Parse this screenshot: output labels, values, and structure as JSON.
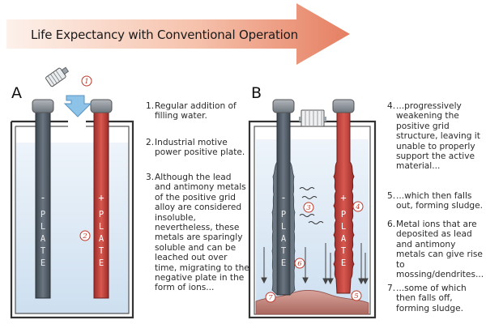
{
  "banner": {
    "title": "Life Expectancy with Conventional Operation"
  },
  "panels": {
    "a": {
      "letter": "A",
      "neg_plate": {
        "sign": "-",
        "label": [
          "P",
          "L",
          "A",
          "T",
          "E"
        ]
      },
      "pos_plate": {
        "sign": "+",
        "label": [
          "P",
          "L",
          "A",
          "T",
          "E"
        ]
      },
      "markers": [
        "1",
        "2"
      ]
    },
    "b": {
      "letter": "B",
      "neg_plate": {
        "sign": "-",
        "label": [
          "P",
          "L",
          "A",
          "T",
          "E"
        ]
      },
      "pos_plate": {
        "sign": "+",
        "label": [
          "P",
          "L",
          "A",
          "T",
          "E"
        ]
      },
      "markers": [
        "3",
        "4",
        "5",
        "6",
        "7"
      ]
    }
  },
  "notes_a": [
    {
      "num": "1.",
      "text": "Regular addition of filling water."
    },
    {
      "num": "2.",
      "text": "Industrial motive power positive plate."
    },
    {
      "num": "3.",
      "text": "Although the lead and antimony metals of the positive grid alloy are considered insoluble, nevertheless, these metals are sparingly soluble and can be leached out over time, migrating to the negative plate in the form of ions..."
    }
  ],
  "notes_b": [
    {
      "num": "4.",
      "text": "...progressively weakening the positive grid structure, leaving it unable to properly support the active material..."
    },
    {
      "num": "5.",
      "text": "...which then falls out, forming sludge."
    },
    {
      "num": "6.",
      "text": "Metal ions that are deposited as lead and antimony metals can give rise to mossing/dendrites..."
    },
    {
      "num": "7.",
      "text": "...some of which then falls off, forming sludge."
    }
  ],
  "colors": {
    "arrow_start": "#fbe3d8",
    "arrow_end": "#e8876a",
    "electrolyte": "#dbe8f4",
    "negative_plate": "#55606c",
    "positive_plate": "#c6413c",
    "sludge": "#c98e86",
    "marker": "#c0392b"
  },
  "icons": [
    "water-bottle-icon",
    "pour-arrow-icon",
    "vent-cap-icon"
  ]
}
